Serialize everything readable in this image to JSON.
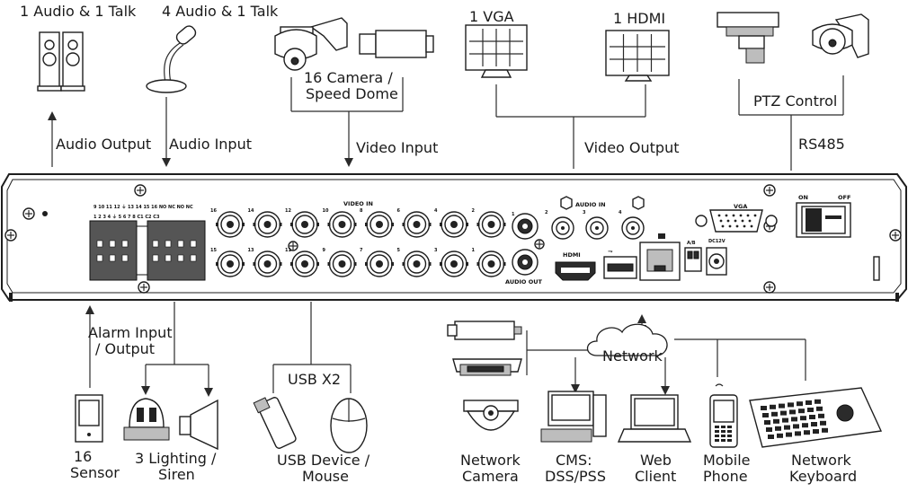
{
  "top_labels": {
    "audio_talk_1": "1 Audio  & 1 Talk",
    "audio_talk_4": "4 Audio & 1 Talk",
    "camera_line1": "16  Camera /",
    "camera_line2": "Speed Dome",
    "vga": "1 VGA",
    "hdmi": "1 HDMI",
    "ptz_control": "PTZ Control",
    "audio_output": "Audio  Output",
    "audio_input": "Audio  Input",
    "video_input": "Video Input",
    "video_output": "Video Output",
    "rs485": "RS485"
  },
  "panel_labels": {
    "video_in": "VIDEO IN",
    "audio_in": "AUDIO IN",
    "audio_out": "AUDIO OUT",
    "vga": "VGA",
    "hdmi": "HDMI",
    "on": "ON",
    "off": "OFF",
    "ab": "A/B",
    "dc12v": "DC12V",
    "alarm_top": "9  10  11  12  ⏚  13  14  15  16 NO NC NO NC",
    "alarm_bottom": "1   2   3   4  ⏚   5   6   7   8  C1  C2  C3",
    "channel_top": [
      "16",
      "14",
      "12",
      "10",
      "8",
      "6",
      "4",
      "2"
    ],
    "channel_bottom": [
      "15",
      "13",
      "11",
      "9",
      "7",
      "5",
      "3",
      "1"
    ],
    "audio_in_numbers": [
      "1",
      "2",
      "3",
      "4"
    ]
  },
  "bottom_labels": {
    "alarm_io_line1": "Alarm Input",
    "alarm_io_line2": "/ Output",
    "usb_x2": "USB X2",
    "network": "Network",
    "sensor_line1": "16",
    "sensor_line2": "Sensor",
    "lighting_line1": "3 Lighting /",
    "lighting_line2": "Siren",
    "usb_device_line1": "USB Device /",
    "usb_device_line2": "Mouse",
    "net_camera_line1": "Network",
    "net_camera_line2": "Camera",
    "cms_line1": "CMS:",
    "cms_line2": "DSS/PSS",
    "web_line1": "Web",
    "web_line2": "Client",
    "mobile_line1": "Mobile",
    "mobile_line2": "Phone",
    "keyboard_line1": "Network",
    "keyboard_line2": "Keyboard"
  }
}
